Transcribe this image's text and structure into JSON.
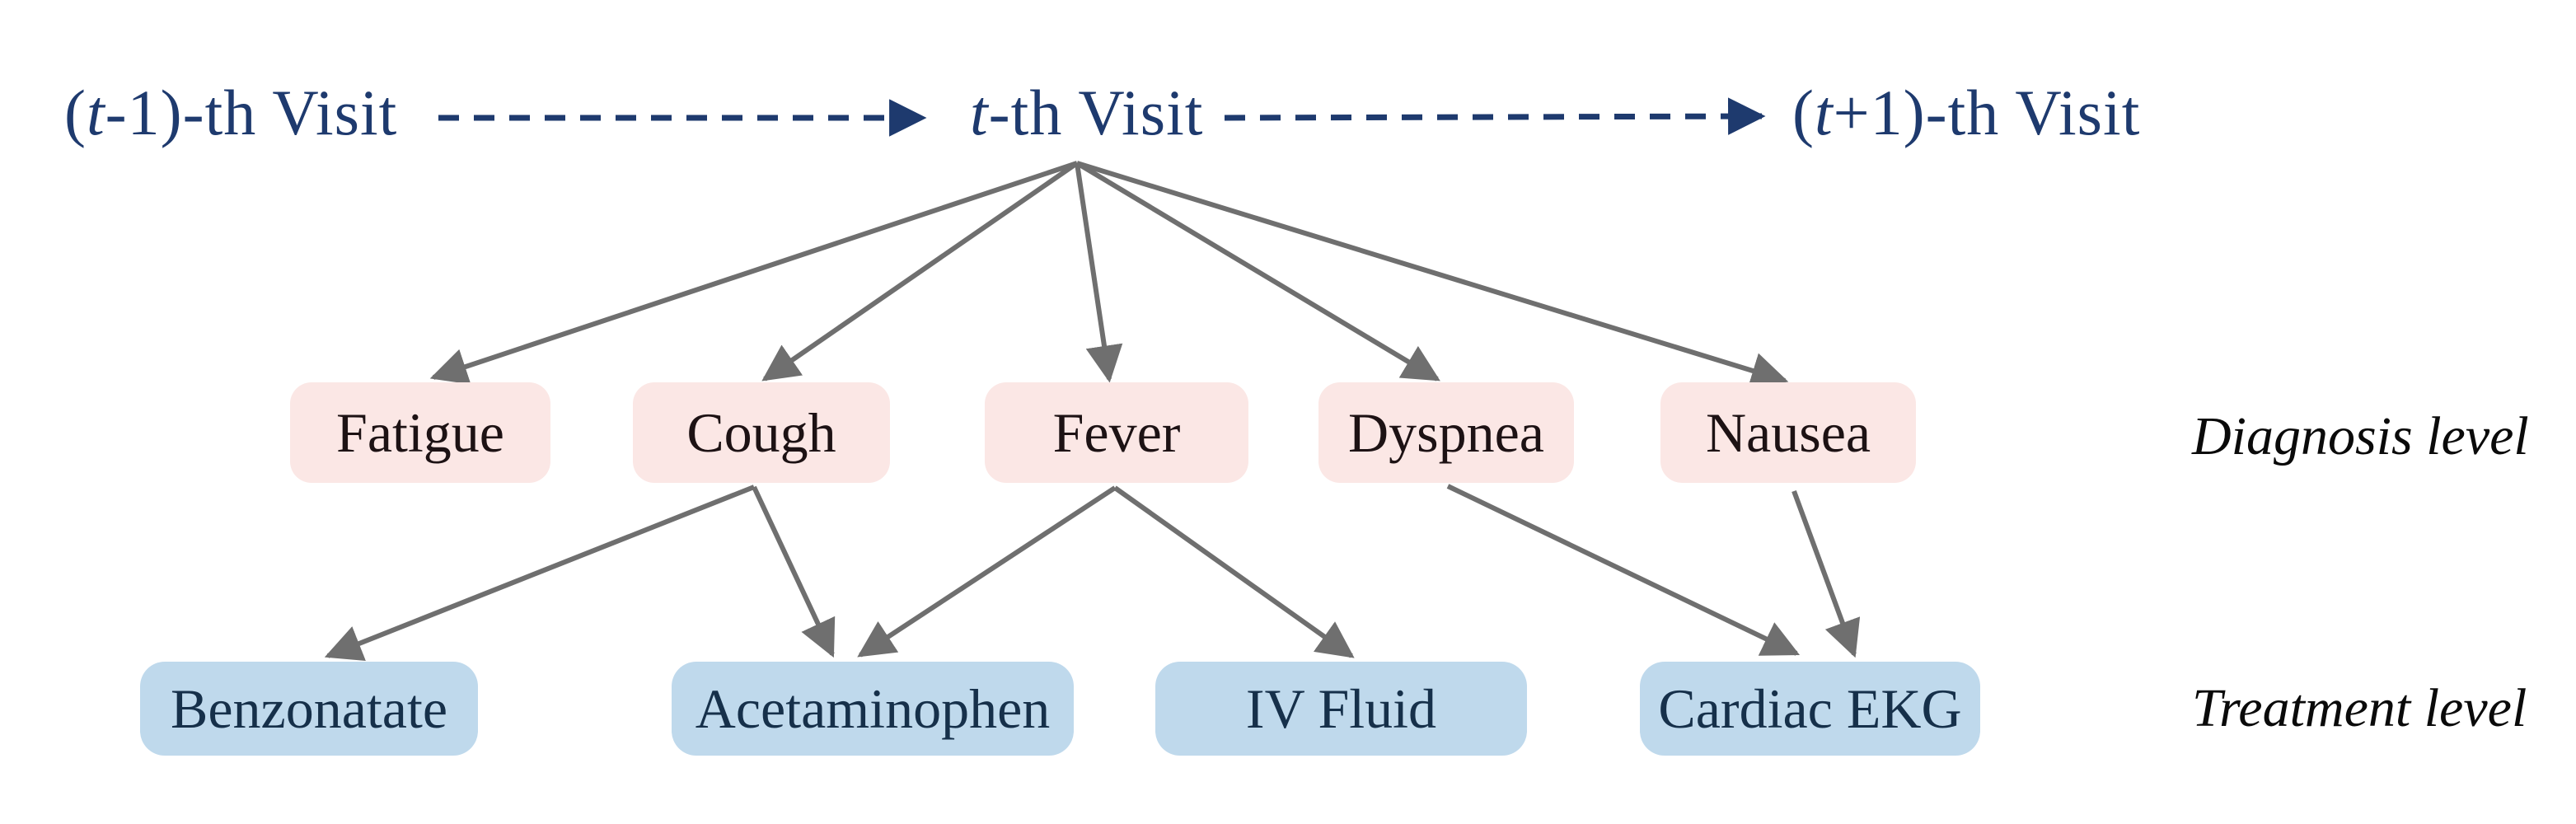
{
  "figure": {
    "description": "Temporal EHR visit diagram with diagnosis-level and treatment-level nodes",
    "background": "#ffffff"
  },
  "timeline": {
    "previous": {
      "open": "(",
      "variable": "t",
      "rest": "-1)-th Visit"
    },
    "current": {
      "open": "",
      "variable": "t",
      "rest": "-th Visit"
    },
    "next": {
      "open": "(",
      "variable": "t",
      "rest": "+1)-th Visit"
    }
  },
  "diagnosis_level": {
    "label": "Diagnosis level",
    "nodes": [
      {
        "id": "fatigue",
        "label": "Fatigue"
      },
      {
        "id": "cough",
        "label": "Cough"
      },
      {
        "id": "fever",
        "label": "Fever"
      },
      {
        "id": "dyspnea",
        "label": "Dyspnea"
      },
      {
        "id": "nausea",
        "label": "Nausea"
      }
    ]
  },
  "treatment_level": {
    "label": "Treatment level",
    "nodes": [
      {
        "id": "benzonatate",
        "label": "Benzonatate"
      },
      {
        "id": "acetaminophen",
        "label": "Acetaminophen"
      },
      {
        "id": "iv_fluid",
        "label": "IV Fluid"
      },
      {
        "id": "cardiac_ekg",
        "label": "Cardiac EKG"
      }
    ]
  },
  "edges": {
    "timeline": [
      {
        "from": "previous_visit",
        "to": "current_visit",
        "style": "dashed"
      },
      {
        "from": "current_visit",
        "to": "next_visit",
        "style": "dashed"
      }
    ],
    "visit_to_diagnosis": [
      {
        "from": "current_visit",
        "to": "fatigue"
      },
      {
        "from": "current_visit",
        "to": "cough"
      },
      {
        "from": "current_visit",
        "to": "fever"
      },
      {
        "from": "current_visit",
        "to": "dyspnea"
      },
      {
        "from": "current_visit",
        "to": "nausea"
      }
    ],
    "diagnosis_to_treatment": [
      {
        "from": "cough",
        "to": "benzonatate"
      },
      {
        "from": "cough",
        "to": "acetaminophen"
      },
      {
        "from": "fever",
        "to": "acetaminophen"
      },
      {
        "from": "fever",
        "to": "iv_fluid"
      },
      {
        "from": "dyspnea",
        "to": "cardiac_ekg"
      },
      {
        "from": "nausea",
        "to": "cardiac_ekg"
      }
    ]
  },
  "colors": {
    "visit_text": "#1e3a6e",
    "dashed_arrow": "#1e3a6e",
    "solid_arrow": "#6f6f6f",
    "diagnosis_fill": "#fbe7e5",
    "diagnosis_text": "#1d1214",
    "treatment_fill": "#bfd9ec",
    "treatment_text": "#16304a",
    "level_label_text": "#0a0a0a"
  }
}
